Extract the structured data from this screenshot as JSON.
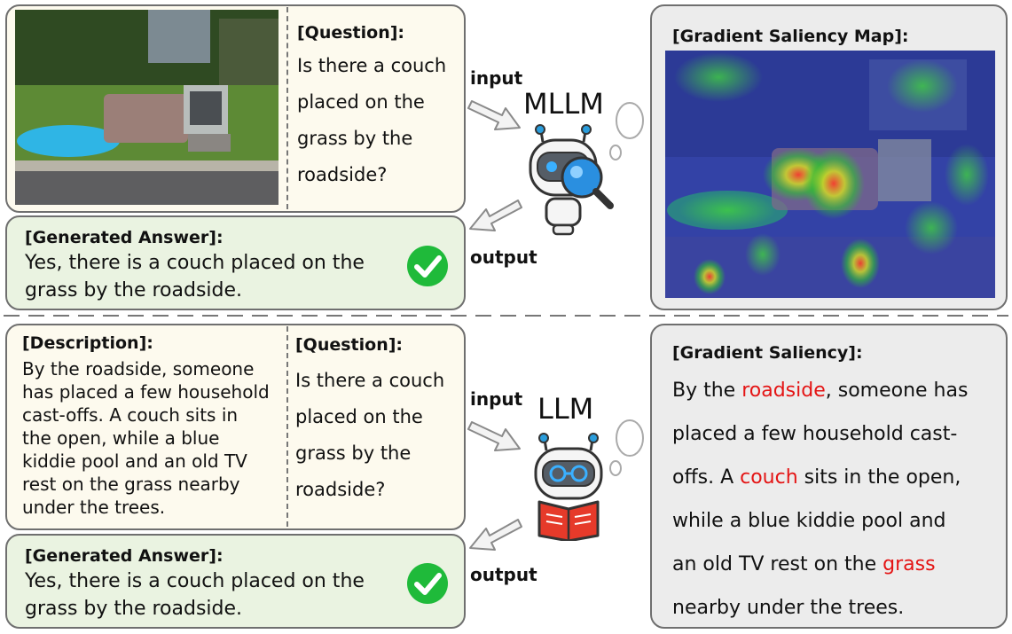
{
  "top": {
    "question_label": "[Question]:",
    "question_lines": [
      "Is there a couch",
      "placed on the",
      "grass by the",
      "roadside?"
    ],
    "answer_label": "[Generated Answer]:",
    "answer_lines": [
      "Yes, there is a couch placed on the",
      "grass by the roadside."
    ],
    "input_label": "input",
    "output_label": "output",
    "model_label": "MLLM",
    "saliency_label": "[Gradient Saliency Map]:"
  },
  "bottom": {
    "description_label": "[Description]:",
    "description_lines": [
      "By the roadside, someone",
      "has placed a few household",
      "cast-offs. A couch sits in",
      "the open, while a blue",
      "kiddie pool and an old TV",
      "rest on the grass nearby",
      "under the trees."
    ],
    "question_label": "[Question]:",
    "question_lines": [
      "Is there a couch",
      "placed on the",
      "grass by the",
      "roadside?"
    ],
    "answer_label": "[Generated Answer]:",
    "answer_lines": [
      "Yes, there is a couch placed on the",
      "grass by the roadside."
    ],
    "input_label": "input",
    "output_label": "output",
    "model_label": "LLM",
    "saliency_label": "[Gradient Saliency]:",
    "saliency_lines": [
      [
        "By the ",
        "roadside",
        ", someone has"
      ],
      [
        "placed a few household cast-"
      ],
      [
        "offs. A ",
        "couch",
        " sits in the open,"
      ],
      [
        "while a blue kiddie pool and"
      ],
      [
        "an old TV rest on the ",
        "grass"
      ],
      [
        "nearby under the trees."
      ]
    ]
  },
  "colors": {
    "highlight": "#e41414",
    "check": "#1fba3a",
    "cream": "#fdfaee",
    "green": "#eaf3e1",
    "gray": "#ececec"
  }
}
